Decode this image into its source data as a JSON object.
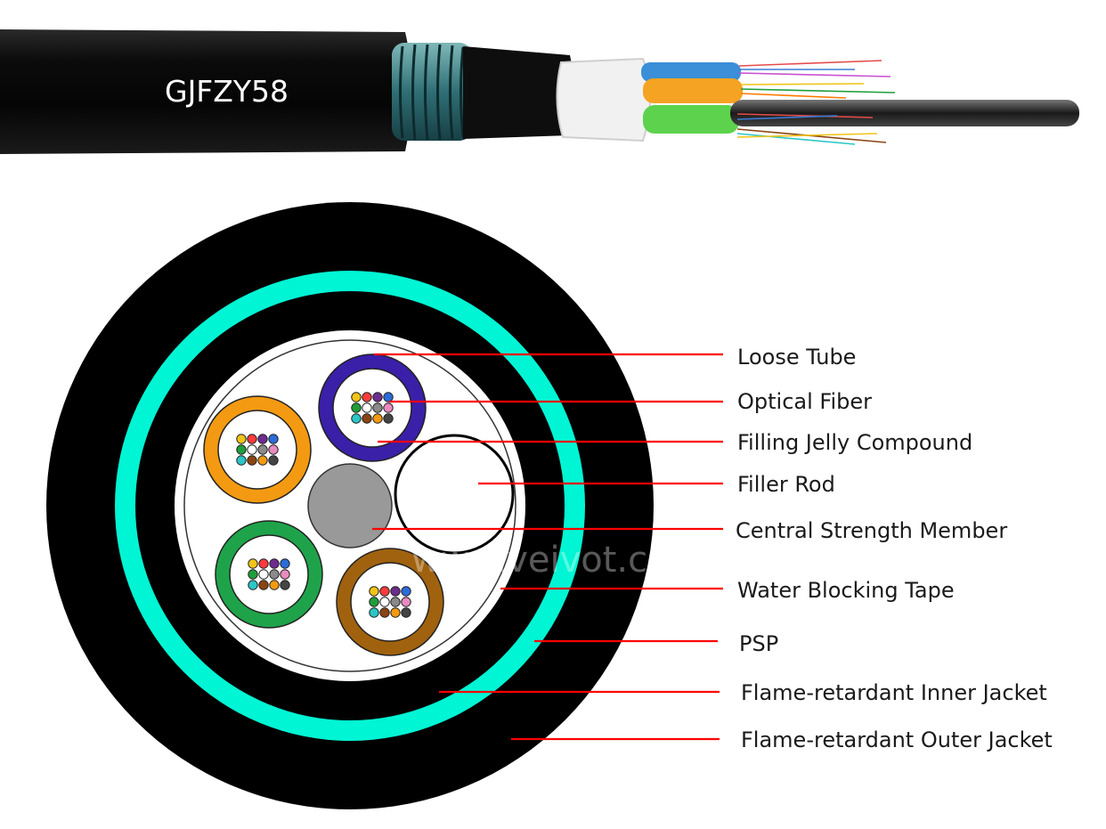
{
  "product_name": "GJFZY58",
  "watermark": "www.veivot.com",
  "colors": {
    "outer_jacket": "#000000",
    "psp": "#00f5d4",
    "tape": "#ffffff",
    "leader": "#ff0000",
    "csm": "#999999"
  },
  "loose_tubes": [
    {
      "name": "blue-tube",
      "color": "#3a1fa8"
    },
    {
      "name": "orange-tube",
      "color": "#f39a12"
    },
    {
      "name": "green-tube",
      "color": "#1fa34a"
    },
    {
      "name": "brown-tube",
      "color": "#a0620e"
    }
  ],
  "fiber_colors": [
    "#f0c419",
    "#ff3b3b",
    "#6d2c8e",
    "#2b6cd8",
    "#1e9e3a",
    "#ffffff",
    "#8a8a8a",
    "#e98bbf",
    "#2bc6c6",
    "#8b4513",
    "#f39a12",
    "#444444"
  ],
  "labels": [
    {
      "id": "loose-tube",
      "text": "Loose Tube"
    },
    {
      "id": "optical-fiber",
      "text": "Optical Fiber"
    },
    {
      "id": "filling-jelly",
      "text": "Filling Jelly Compound"
    },
    {
      "id": "filler-rod",
      "text": "Filler Rod"
    },
    {
      "id": "csm",
      "text": "Central Strength Member"
    },
    {
      "id": "water-blocking",
      "text": "Water Blocking Tape"
    },
    {
      "id": "psp",
      "text": "PSP"
    },
    {
      "id": "inner-jacket",
      "text": "Flame-retardant Inner Jacket"
    },
    {
      "id": "outer-jacket",
      "text": "Flame-retardant Outer Jacket"
    }
  ]
}
